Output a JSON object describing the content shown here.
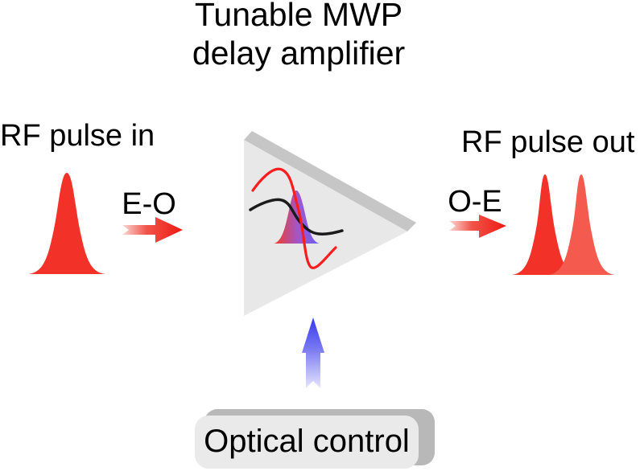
{
  "title": {
    "line1": "Tunable MWP",
    "line2": "delay amplifier"
  },
  "io": {
    "input_label": "RF pulse in",
    "output_label": "RF pulse out",
    "eo_label": "E-O",
    "oe_label": "O-E"
  },
  "control": {
    "label": "Optical control"
  },
  "icons": {
    "eo_arrow": "red-right-arrow",
    "oe_arrow": "red-right-arrow",
    "control_arrow": "blue-up-arrow",
    "amplifier": "gain-triangle-3d"
  },
  "colors": {
    "text": "#000000",
    "pulse_red": "#f23128",
    "pulse_red_light": "#f55a4e",
    "arrow_red_tail": "#fadad4",
    "arrow_red_mid": "#f1544a",
    "arrow_red_head": "#ee1a12",
    "arrow_blue_top": "#3838ef",
    "arrow_blue_mid": "#7a7af3",
    "arrow_blue_bottom": "#e6e6fc",
    "mod_pulse_red": "#f53a22",
    "mod_pulse_mid": "#9e58cf",
    "mod_pulse_blue": "#6a5ef0",
    "triangle_face": "#e8e8e8",
    "triangle_top": "#c6c6c6",
    "box_face": "#eaeaea",
    "box_side": "#b8b8b8",
    "curve_black": "#1b1b1b",
    "curve_red": "#fb1d1d"
  }
}
